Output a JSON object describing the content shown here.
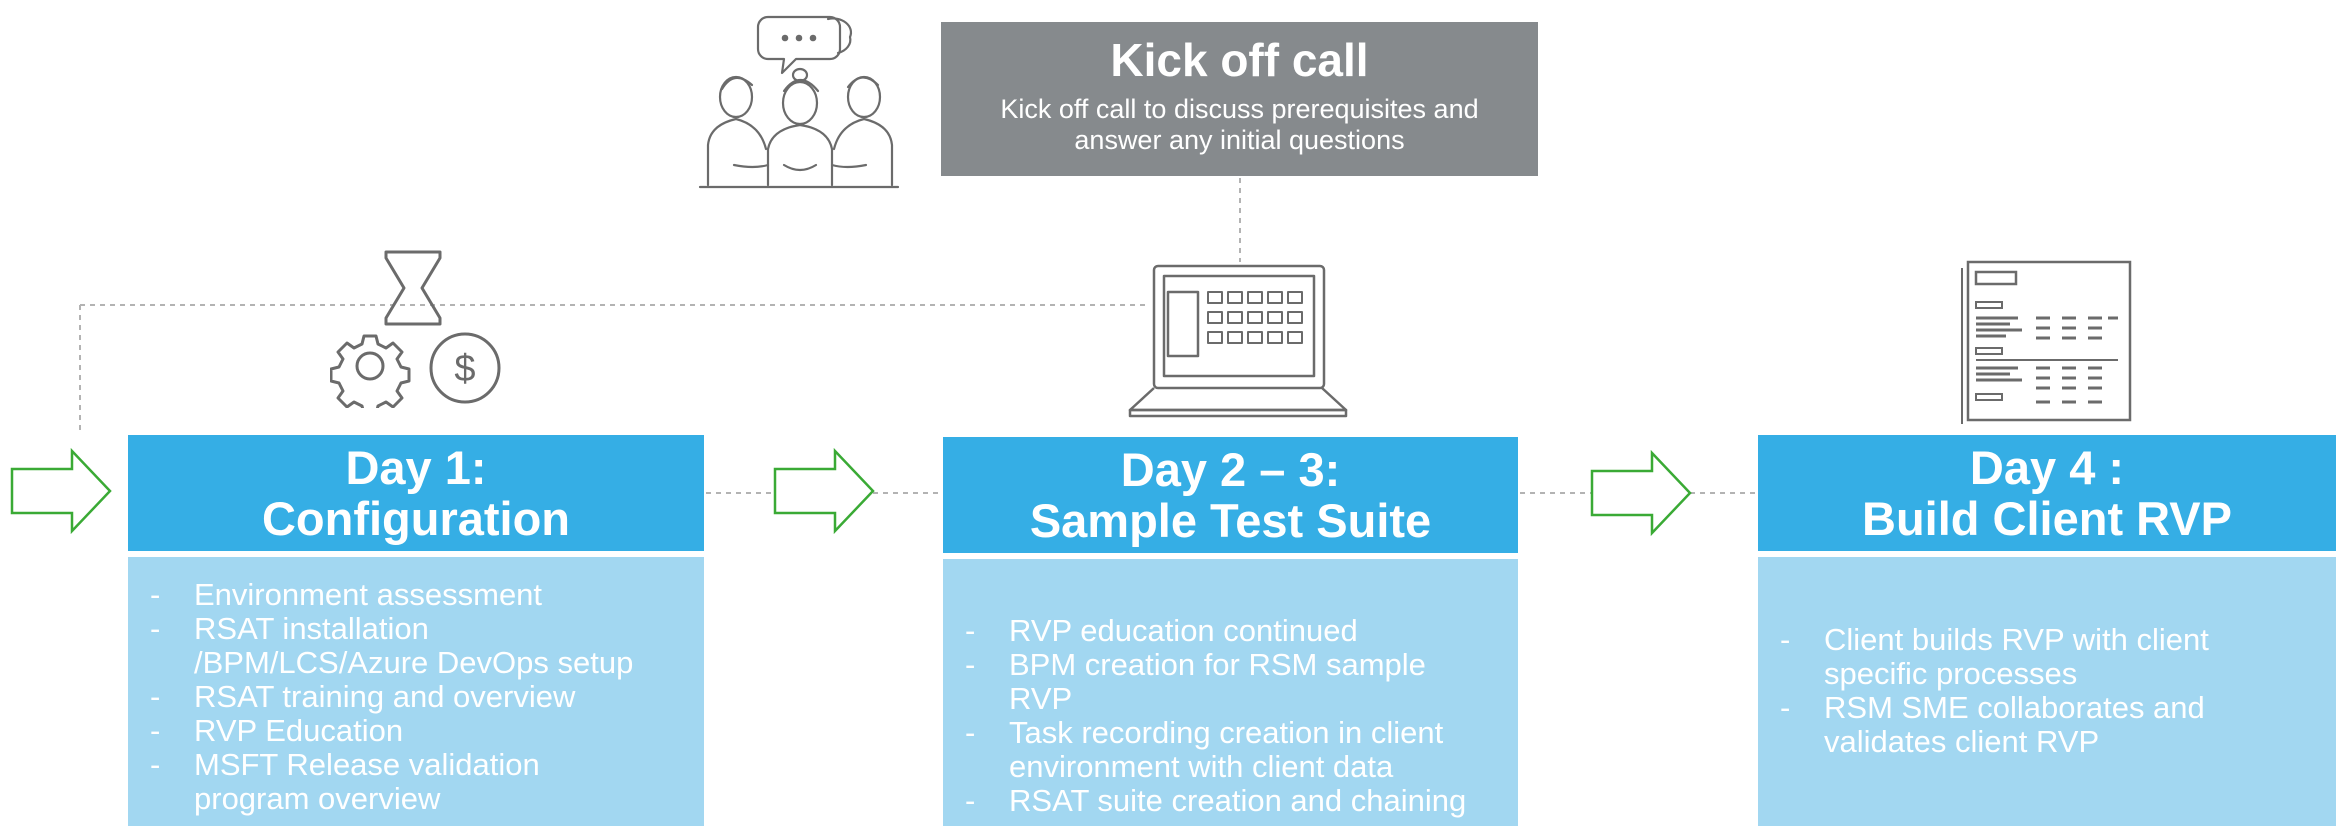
{
  "kickoff": {
    "title": "Kick off call",
    "description": "Kick off call to discuss prerequisites and answer any initial questions",
    "icon": "meeting-people-icon"
  },
  "days": [
    {
      "title_line1": "Day 1:",
      "title_line2": "Configuration",
      "icon": "hourglass-gear-dollar-icon",
      "items": [
        "Environment assessment",
        "RSAT installation /BPM/LCS/Azure DevOps setup",
        "RSAT training and overview",
        "RVP Education",
        "MSFT Release validation program overview"
      ]
    },
    {
      "title_line1": "Day 2 – 3:",
      "title_line2": "Sample Test Suite",
      "icon": "laptop-icon",
      "items": [
        "RVP education continued",
        "BPM creation for RSM sample RVP",
        "Task recording creation in client environment with client data",
        "RSAT suite creation and chaining"
      ]
    },
    {
      "title_line1": "Day 4 :",
      "title_line2": "Build Client RVP",
      "icon": "report-document-icon",
      "items": [
        "Client builds RVP with client specific processes",
        "RSM SME collaborates and validates client  RVP"
      ]
    }
  ],
  "colors": {
    "header_blue": "#35aee5",
    "body_blue": "#a2d7f1",
    "kickoff_gray": "#868a8d",
    "arrow_green": "#3aaa35"
  }
}
